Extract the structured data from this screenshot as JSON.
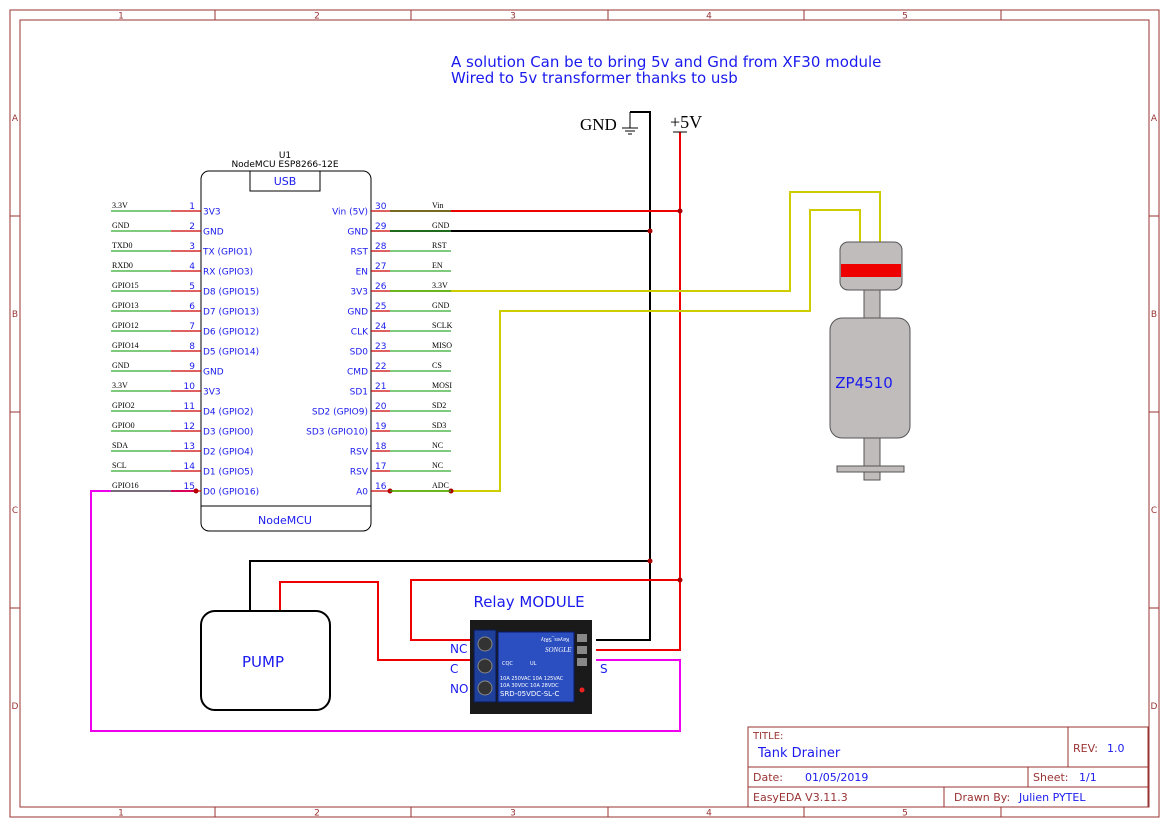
{
  "frame": {
    "col_labels": [
      "1",
      "2",
      "3",
      "4",
      "5"
    ],
    "row_labels": [
      "A",
      "B",
      "C",
      "D"
    ]
  },
  "note": {
    "line1": "A solution Can be to bring 5v and Gnd from XF30 module",
    "line2": "Wired to 5v transformer thanks to usb"
  },
  "power": {
    "gnd_label": "GND",
    "vcc_label": "+5V"
  },
  "nodemcu": {
    "designator": "U1",
    "part_name": "NodeMCU ESP8266-12E",
    "usb_label": "USB",
    "footer_label": "NodeMCU",
    "left_pins": [
      {
        "net": "3.3V",
        "num": "1",
        "name": "3V3"
      },
      {
        "net": "GND",
        "num": "2",
        "name": "GND"
      },
      {
        "net": "TXD0",
        "num": "3",
        "name": "TX (GPIO1)"
      },
      {
        "net": "RXD0",
        "num": "4",
        "name": "RX (GPIO3)"
      },
      {
        "net": "GPIO15",
        "num": "5",
        "name": "D8 (GPIO15)"
      },
      {
        "net": "GPIO13",
        "num": "6",
        "name": "D7 (GPIO13)"
      },
      {
        "net": "GPIO12",
        "num": "7",
        "name": "D6 (GPIO12)"
      },
      {
        "net": "GPIO14",
        "num": "8",
        "name": "D5 (GPIO14)"
      },
      {
        "net": "GND",
        "num": "9",
        "name": "GND"
      },
      {
        "net": "3.3V",
        "num": "10",
        "name": "3V3"
      },
      {
        "net": "GPIO2",
        "num": "11",
        "name": "D4 (GPIO2)"
      },
      {
        "net": "GPIO0",
        "num": "12",
        "name": "D3 (GPIO0)"
      },
      {
        "net": "SDA",
        "num": "13",
        "name": "D2 (GPIO4)"
      },
      {
        "net": "SCL",
        "num": "14",
        "name": "D1 (GPIO5)"
      },
      {
        "net": "GPIO16",
        "num": "15",
        "name": "D0 (GPIO16)"
      }
    ],
    "right_pins": [
      {
        "net": "Vin",
        "num": "30",
        "name": "Vin (5V)"
      },
      {
        "net": "GND",
        "num": "29",
        "name": "GND"
      },
      {
        "net": "RST",
        "num": "28",
        "name": "RST"
      },
      {
        "net": "EN",
        "num": "27",
        "name": "EN"
      },
      {
        "net": "3.3V",
        "num": "26",
        "name": "3V3"
      },
      {
        "net": "GND",
        "num": "25",
        "name": "GND"
      },
      {
        "net": "SCLK",
        "num": "24",
        "name": "CLK"
      },
      {
        "net": "MISO",
        "num": "23",
        "name": "SD0"
      },
      {
        "net": "CS",
        "num": "22",
        "name": "CMD"
      },
      {
        "net": "MOSI",
        "num": "21",
        "name": "SD1"
      },
      {
        "net": "SD2",
        "num": "20",
        "name": "SD2 (GPIO9)"
      },
      {
        "net": "SD3",
        "num": "19",
        "name": "SD3 (GPIO10)"
      },
      {
        "net": "NC",
        "num": "18",
        "name": "RSV"
      },
      {
        "net": "NC",
        "num": "17",
        "name": "RSV"
      },
      {
        "net": "ADC",
        "num": "16",
        "name": "A0"
      }
    ]
  },
  "sensor": {
    "label": "ZP4510"
  },
  "pump": {
    "label": "PUMP"
  },
  "relay": {
    "title": "Relay MODULE",
    "pin_nc": "NC",
    "pin_c": "C",
    "pin_no": "NO",
    "pin_s": "S",
    "brand": "SONGLE",
    "brand_mark": "Keyes_SRly",
    "rating1": "10A 250VAC  10A 125VAC",
    "rating2": "10A  30VDC  10A  28VDC",
    "model": "SRD-05VDC-SL-C",
    "cert1": "CQC",
    "cert2": "UL"
  },
  "title_block": {
    "title_caption": "TITLE:",
    "title_value": "Tank Drainer",
    "rev_caption": "REV:",
    "rev_value": "1.0",
    "date_caption": "Date:",
    "date_value": "01/05/2019",
    "sheet_caption": "Sheet:",
    "sheet_value": "1/1",
    "software": "EasyEDA V3.11.3",
    "drawn_caption": "Drawn By:",
    "drawn_value": "Julien PYTEL"
  },
  "colors": {
    "frame": "#993333",
    "wire_red": "#ee0000",
    "wire_black": "#000000",
    "wire_yellow": "#cccc00",
    "wire_magenta": "#ee00ee",
    "pin_green": "#33aa33",
    "label_blue": "#1a1aee",
    "junction": "#aa0000",
    "sensor_body": "#c0bcbc",
    "sensor_band": "#ee0000",
    "relay_board": "#1f3fa0"
  }
}
